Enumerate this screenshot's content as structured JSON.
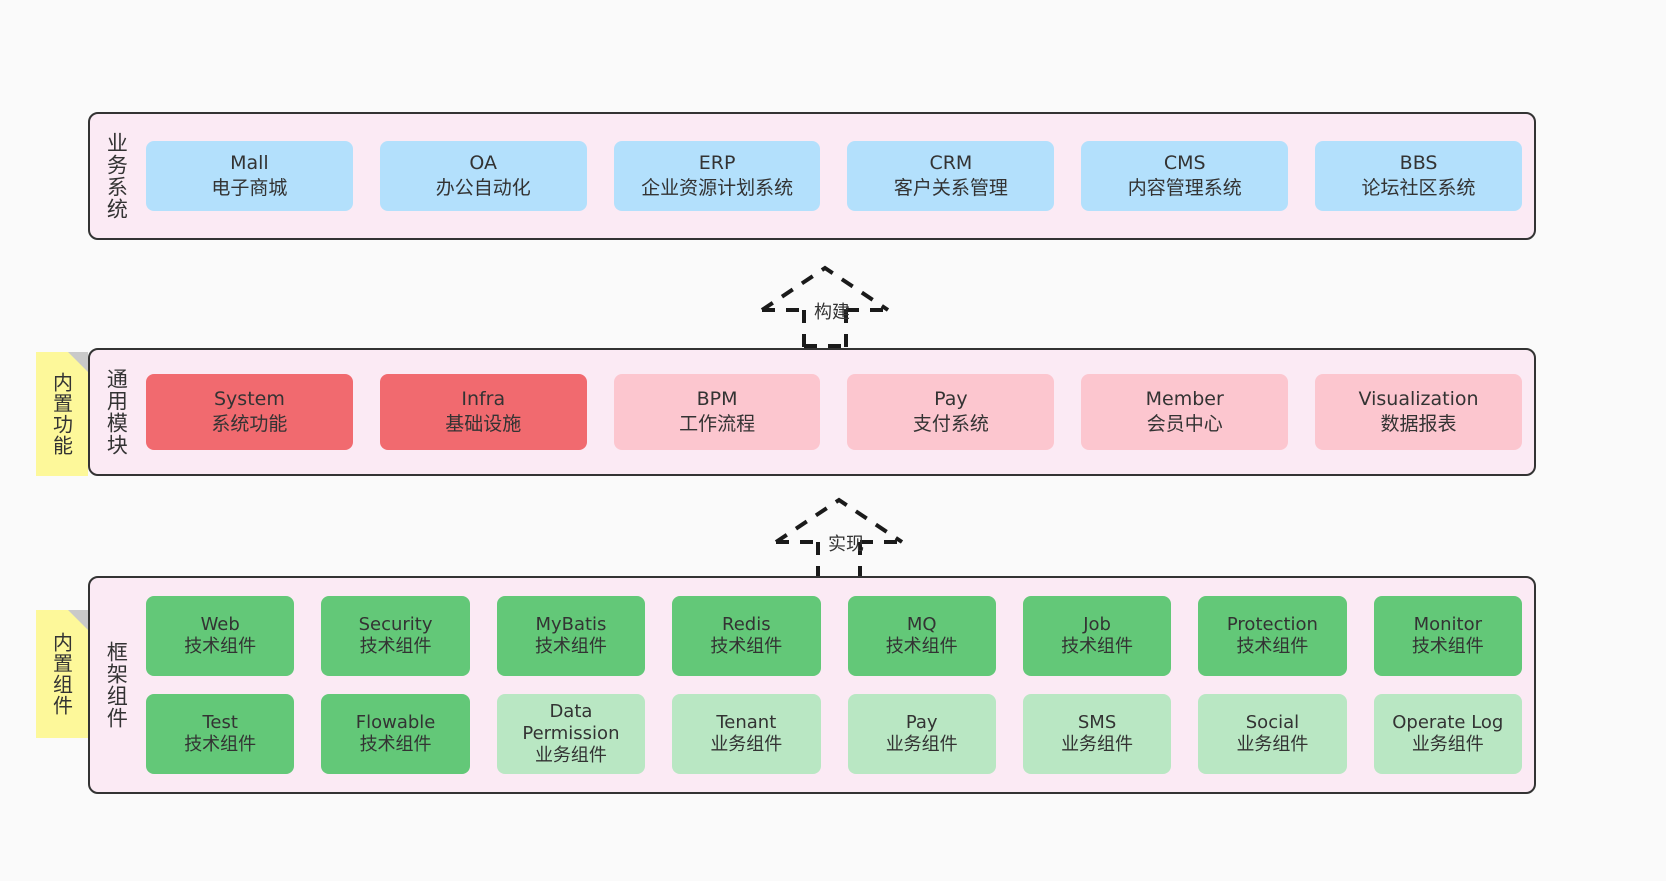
{
  "diagram": {
    "title": "",
    "background": "#fafafa",
    "colors": {
      "panel": "#fbeaf4",
      "panel_border": "#333333",
      "sticky": "#fdf89a",
      "blue": "#b3e0fc",
      "red": "#f16a6f",
      "pink": "#fcc6cf",
      "green": "#63c878",
      "light_green": "#b9e7c3",
      "text": "#333333"
    }
  },
  "layers": {
    "business": {
      "title": "业务系统",
      "nodes": [
        {
          "name": "Mall",
          "desc": "电子商城"
        },
        {
          "name": "OA",
          "desc": "办公自动化"
        },
        {
          "name": "ERP",
          "desc": "企业资源计划系统"
        },
        {
          "name": "CRM",
          "desc": "客户关系管理"
        },
        {
          "name": "CMS",
          "desc": "内容管理系统"
        },
        {
          "name": "BBS",
          "desc": "论坛社区系统"
        }
      ]
    },
    "common": {
      "title": "通用模块",
      "sticky": "内置功能",
      "nodes": [
        {
          "name": "System",
          "desc": "系统功能"
        },
        {
          "name": "Infra",
          "desc": "基础设施"
        },
        {
          "name": "BPM",
          "desc": "工作流程"
        },
        {
          "name": "Pay",
          "desc": "支付系统"
        },
        {
          "name": "Member",
          "desc": "会员中心"
        },
        {
          "name": "Visualization",
          "desc": "数据报表"
        }
      ]
    },
    "framework": {
      "title": "框架组件",
      "sticky": "内置组件",
      "row1": [
        {
          "name": "Web",
          "desc": "技术组件"
        },
        {
          "name": "Security",
          "desc": "技术组件"
        },
        {
          "name": "MyBatis",
          "desc": "技术组件"
        },
        {
          "name": "Redis",
          "desc": "技术组件"
        },
        {
          "name": "MQ",
          "desc": "技术组件"
        },
        {
          "name": "Job",
          "desc": "技术组件"
        },
        {
          "name": "Protection",
          "desc": "技术组件"
        },
        {
          "name": "Monitor",
          "desc": "技术组件"
        }
      ],
      "row2": [
        {
          "name": "Test",
          "desc": "技术组件"
        },
        {
          "name": "Flowable",
          "desc": "技术组件"
        },
        {
          "name": "Data Permission",
          "desc": "业务组件"
        },
        {
          "name": "Tenant",
          "desc": "业务组件"
        },
        {
          "name": "Pay",
          "desc": "业务组件"
        },
        {
          "name": "SMS",
          "desc": "业务组件"
        },
        {
          "name": "Social",
          "desc": "业务组件"
        },
        {
          "name": "Operate Log",
          "desc": "业务组件"
        }
      ]
    }
  },
  "connectors": [
    {
      "id": "build",
      "label": "构建"
    },
    {
      "id": "implement",
      "label": "实现"
    }
  ]
}
